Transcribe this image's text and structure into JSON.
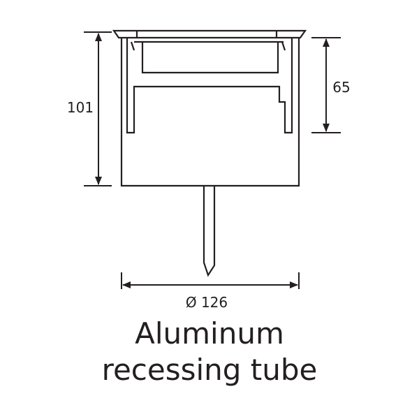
{
  "dimensions": {
    "height_total": "101",
    "height_inner": "65",
    "diameter": "Ø 126"
  },
  "caption": {
    "line1": "Aluminum",
    "line2": "recessing tube"
  },
  "colors": {
    "line": "#231f20",
    "background": "#ffffff"
  }
}
